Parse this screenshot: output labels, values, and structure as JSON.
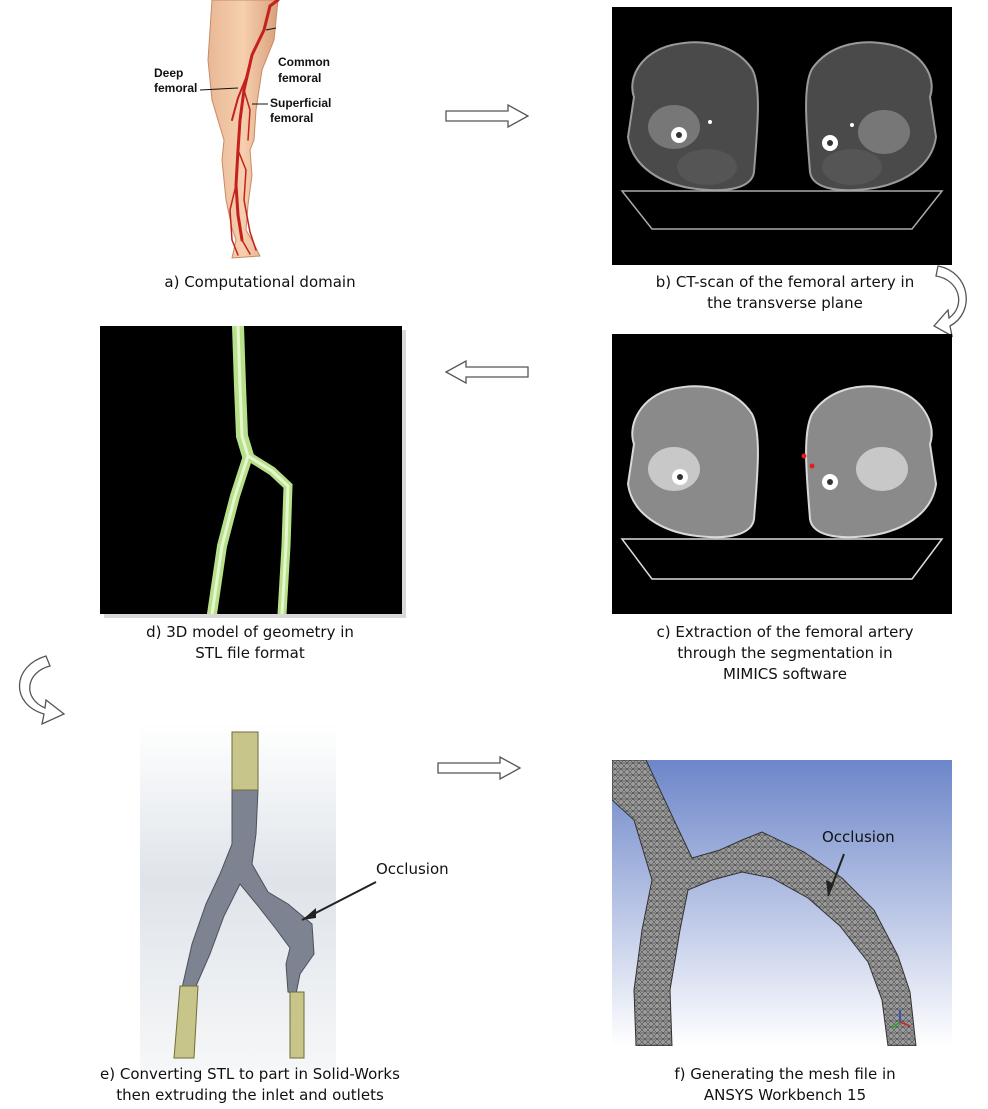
{
  "panels": {
    "a": {
      "caption": "a) Computational domain",
      "labels": {
        "deep_line1": "Deep",
        "deep_line2": "femoral",
        "common_line1": "Common",
        "common_line2": "femoral",
        "superficial_line1": "Superficial",
        "superficial_line2": "femoral"
      }
    },
    "b": {
      "caption_line1": "b) CT-scan of the femoral artery in",
      "caption_line2": "the transverse plane"
    },
    "c": {
      "caption_line1": "c) Extraction of the femoral artery",
      "caption_line2": "through the segmentation in",
      "caption_line3": "MIMICS software"
    },
    "d": {
      "caption_line1": "d) 3D model of geometry in",
      "caption_line2": "STL file format"
    },
    "e": {
      "caption_line1": "e) Converting STL to part in Solid-Works",
      "caption_line2": "then extruding the inlet and outlets",
      "annotation": "Occlusion"
    },
    "f": {
      "caption_line1": "f) Generating the mesh file in",
      "caption_line2": "ANSYS Workbench 15",
      "annotation": "Occlusion"
    }
  },
  "arrows": [
    "right-arrow",
    "curved-arrow-down-left",
    "left-arrow",
    "curved-arrow-down-right",
    "right-arrow"
  ]
}
